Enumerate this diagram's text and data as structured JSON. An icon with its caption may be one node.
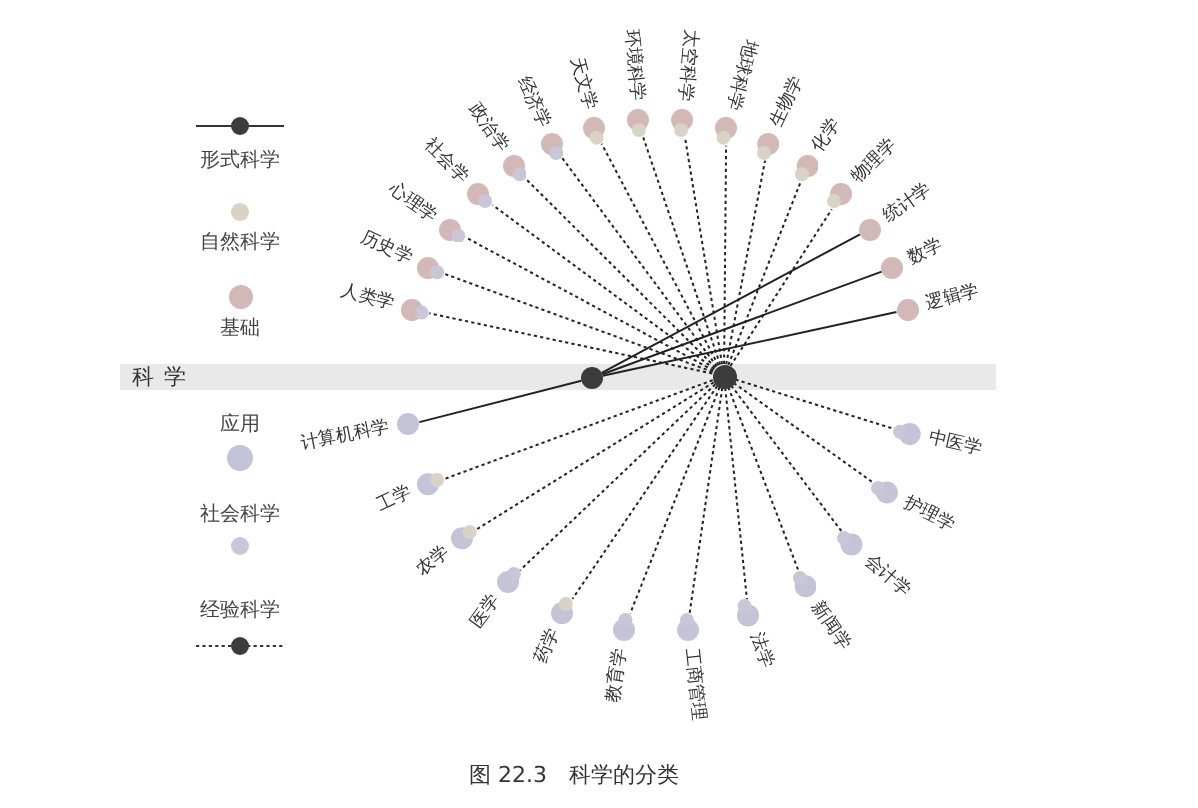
{
  "diagram": {
    "caption": "图 22.3　科学的分类",
    "nodes": [
      {
        "text": [],
        "shape": "circle",
        "beside": [
          "人类学"
        ]
      },
      {
        "text": [],
        "shape": "circle",
        "beside": [
          "历史学"
        ]
      },
      {
        "text": [],
        "shape": "circle",
        "beside": [
          "心理学"
        ]
      },
      {
        "text": [],
        "shape": "circle",
        "beside": [
          "社会学"
        ]
      },
      {
        "text": [],
        "shape": "circle",
        "beside": [
          "政治学"
        ]
      },
      {
        "text": [],
        "shape": "circle",
        "beside": [
          "经济学"
        ]
      },
      {
        "text": [],
        "shape": "circle",
        "beside": [
          "天文学"
        ]
      },
      {
        "text": [],
        "shape": "circle",
        "beside": [
          "环境科学"
        ]
      },
      {
        "text": [],
        "shape": "circle",
        "beside": [
          "太空科学"
        ]
      },
      {
        "text": [],
        "shape": "circle",
        "beside": [
          "地球科学"
        ]
      },
      {
        "text": [],
        "shape": "circle",
        "beside": [
          "生物学"
        ]
      },
      {
        "text": [],
        "shape": "circle",
        "beside": [
          "化学"
        ]
      },
      {
        "text": [],
        "shape": "circle",
        "beside": [
          "物理学"
        ]
      },
      {
        "text": [],
        "shape": "circle",
        "beside": [
          "统计学"
        ]
      },
      {
        "text": [],
        "shape": "circle",
        "beside": [
          "数学"
        ]
      },
      {
        "text": [],
        "shape": "circle",
        "beside": [
          "逻辑学"
        ]
      },
      {
        "text": [
          "科学"
        ]
      },
      {
        "text": [],
        "shape": "circle",
        "in": 16
      },
      {
        "text": [],
        "shape": "circle",
        "in": 16
      },
      {
        "text": [],
        "shape": "circle",
        "beside": [
          "计算机科学"
        ]
      },
      {
        "text": [],
        "shape": "circle",
        "beside": [
          "工学"
        ]
      },
      {
        "text": [],
        "shape": "circle",
        "beside": [
          "农学"
        ]
      },
      {
        "text": [],
        "shape": "circle",
        "beside": [
          "医学"
        ]
      },
      {
        "text": [],
        "shape": "circle",
        "beside": [
          "药学"
        ]
      },
      {
        "text": [],
        "shape": "circle",
        "beside": [
          "教育学"
        ]
      },
      {
        "text": [],
        "shape": "circle",
        "beside": [
          "工商管理"
        ]
      },
      {
        "text": [],
        "shape": "circle",
        "beside": [
          "法学"
        ]
      },
      {
        "text": [],
        "shape": "circle",
        "beside": [
          "新闻学"
        ]
      },
      {
        "text": [],
        "shape": "circle",
        "beside": [
          "会计学"
        ]
      },
      {
        "text": [],
        "shape": "circle",
        "beside": [
          "护理学"
        ]
      },
      {
        "text": [],
        "shape": "circle",
        "beside": [
          "中医学"
        ]
      }
    ],
    "edges": [
      {
        "from": 18,
        "to": 0,
        "arrow": "none",
        "style": "dashed"
      },
      {
        "from": 18,
        "to": 1,
        "arrow": "none",
        "style": "dashed"
      },
      {
        "from": 18,
        "to": 2,
        "arrow": "none",
        "style": "dashed"
      },
      {
        "from": 18,
        "to": 3,
        "arrow": "none",
        "style": "dashed"
      },
      {
        "from": 18,
        "to": 4,
        "arrow": "none",
        "style": "dashed"
      },
      {
        "from": 18,
        "to": 5,
        "arrow": "none",
        "style": "dashed"
      },
      {
        "from": 18,
        "to": 6,
        "arrow": "none",
        "style": "dashed"
      },
      {
        "from": 18,
        "to": 7,
        "arrow": "none",
        "style": "dashed"
      },
      {
        "from": 18,
        "to": 8,
        "arrow": "none",
        "style": "dashed"
      },
      {
        "from": 18,
        "to": 9,
        "arrow": "none",
        "style": "dashed"
      },
      {
        "from": 18,
        "to": 10,
        "arrow": "none",
        "style": "dashed"
      },
      {
        "from": 18,
        "to": 11,
        "arrow": "none",
        "style": "dashed"
      },
      {
        "from": 18,
        "to": 12,
        "arrow": "none",
        "style": "dashed"
      },
      {
        "from": 17,
        "to": 13,
        "arrow": "none"
      },
      {
        "from": 17,
        "to": 14,
        "arrow": "none"
      },
      {
        "from": 17,
        "to": 15,
        "arrow": "none"
      },
      {
        "from": 17,
        "to": 19,
        "arrow": "none"
      },
      {
        "from": 18,
        "to": 20,
        "arrow": "none",
        "style": "dashed"
      },
      {
        "from": 18,
        "to": 21,
        "arrow": "none",
        "style": "dashed"
      },
      {
        "from": 18,
        "to": 22,
        "arrow": "none",
        "style": "dashed"
      },
      {
        "from": 18,
        "to": 23,
        "arrow": "none",
        "style": "dashed"
      },
      {
        "from": 18,
        "to": 24,
        "arrow": "none",
        "style": "dashed"
      },
      {
        "from": 18,
        "to": 25,
        "arrow": "none",
        "style": "dashed"
      },
      {
        "from": 18,
        "to": 26,
        "arrow": "none",
        "style": "dashed"
      },
      {
        "from": 18,
        "to": 27,
        "arrow": "none",
        "style": "dashed"
      },
      {
        "from": 18,
        "to": 28,
        "arrow": "none",
        "style": "dashed"
      },
      {
        "from": 18,
        "to": 29,
        "arrow": "none",
        "style": "dashed"
      },
      {
        "from": 18,
        "to": 30,
        "arrow": "none",
        "style": "dashed"
      }
    ],
    "legend": [
      {
        "text": "形式科学"
      },
      {
        "text": "自然科学",
        "color": "#d9d3c6"
      },
      {
        "text": "基础",
        "color": "#d2b8b6"
      },
      {
        "text": "应用",
        "color": "#c4c4d8"
      },
      {
        "text": "社会科学",
        "color": "#cac6d7"
      },
      {
        "text": "经验科学"
      }
    ]
  }
}
